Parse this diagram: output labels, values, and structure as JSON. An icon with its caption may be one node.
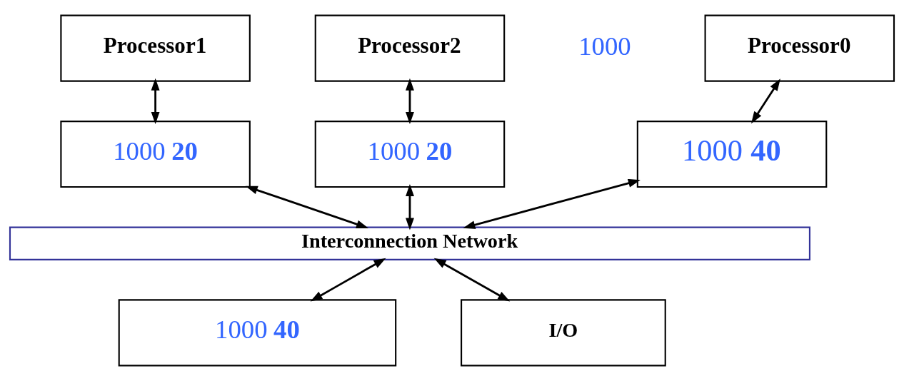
{
  "diagram": {
    "nodes": [
      {
        "text": [
          "Processor0"
        ]
      },
      {
        "text": [
          "Processor1"
        ]
      },
      {
        "text": [
          "Processor2"
        ]
      },
      {
        "text": [
          "1000 **40**"
        ]
      },
      {
        "text": [
          "1000 **20**"
        ]
      },
      {
        "text": [
          "1000 **20**"
        ]
      },
      {
        "text": [
          "Interconnection Network"
        ]
      },
      {
        "text": [
          "1000 **40**"
        ]
      },
      {
        "text": [
          "I/O"
        ]
      }
    ],
    "edges": [
      {
        "from": 0,
        "to": 3,
        "arrow": "both"
      },
      {
        "from": 1,
        "to": 4,
        "arrow": "both"
      },
      {
        "from": 2,
        "to": 5,
        "arrow": "both"
      },
      {
        "from": 3,
        "to": 6,
        "arrow": "both"
      },
      {
        "from": 4,
        "to": 6,
        "arrow": "both"
      },
      {
        "from": 5,
        "to": 6,
        "arrow": "both"
      },
      {
        "from": 6,
        "to": 7,
        "arrow": "both"
      },
      {
        "from": 6,
        "to": 8,
        "arrow": "both"
      }
    ],
    "labels": [
      "1000"
    ]
  }
}
